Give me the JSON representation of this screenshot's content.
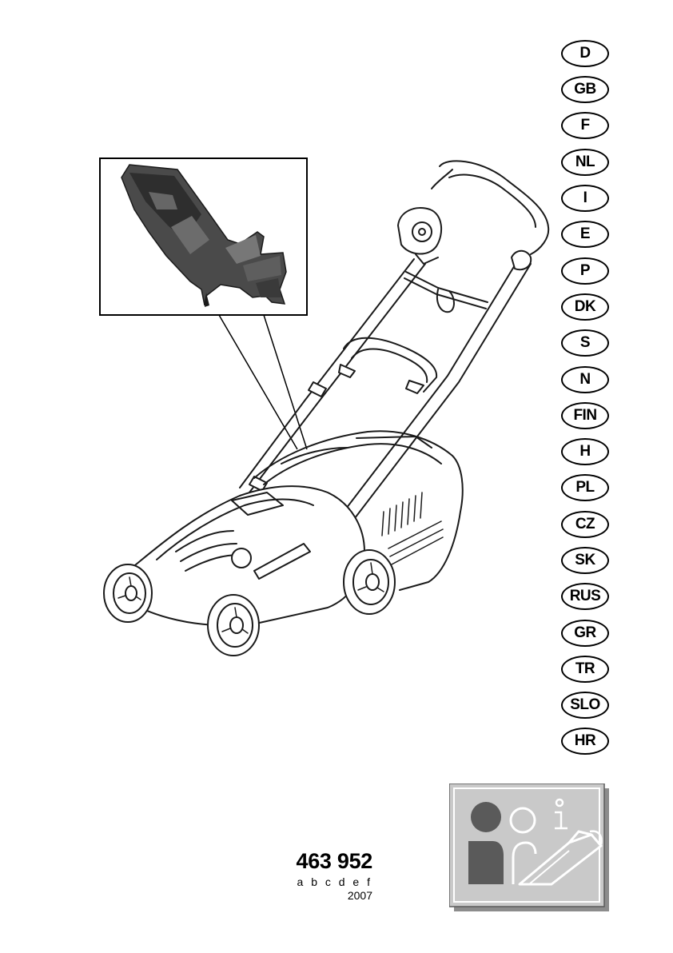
{
  "languages": [
    "D",
    "GB",
    "F",
    "NL",
    "I",
    "E",
    "P",
    "DK",
    "S",
    "N",
    "FIN",
    "H",
    "PL",
    "CZ",
    "SK",
    "RUS",
    "GR",
    "TR",
    "SLO",
    "HR"
  ],
  "product": {
    "article_number": "463 952",
    "variants": "a b c d e f",
    "year": "2007"
  },
  "colors": {
    "pictogram_background": "#c9c9c9",
    "pictogram_figure": "#5a5a5a",
    "detail_part": "#4a4a4a"
  },
  "icons": {
    "info_pictogram": "read-manual-icon"
  }
}
